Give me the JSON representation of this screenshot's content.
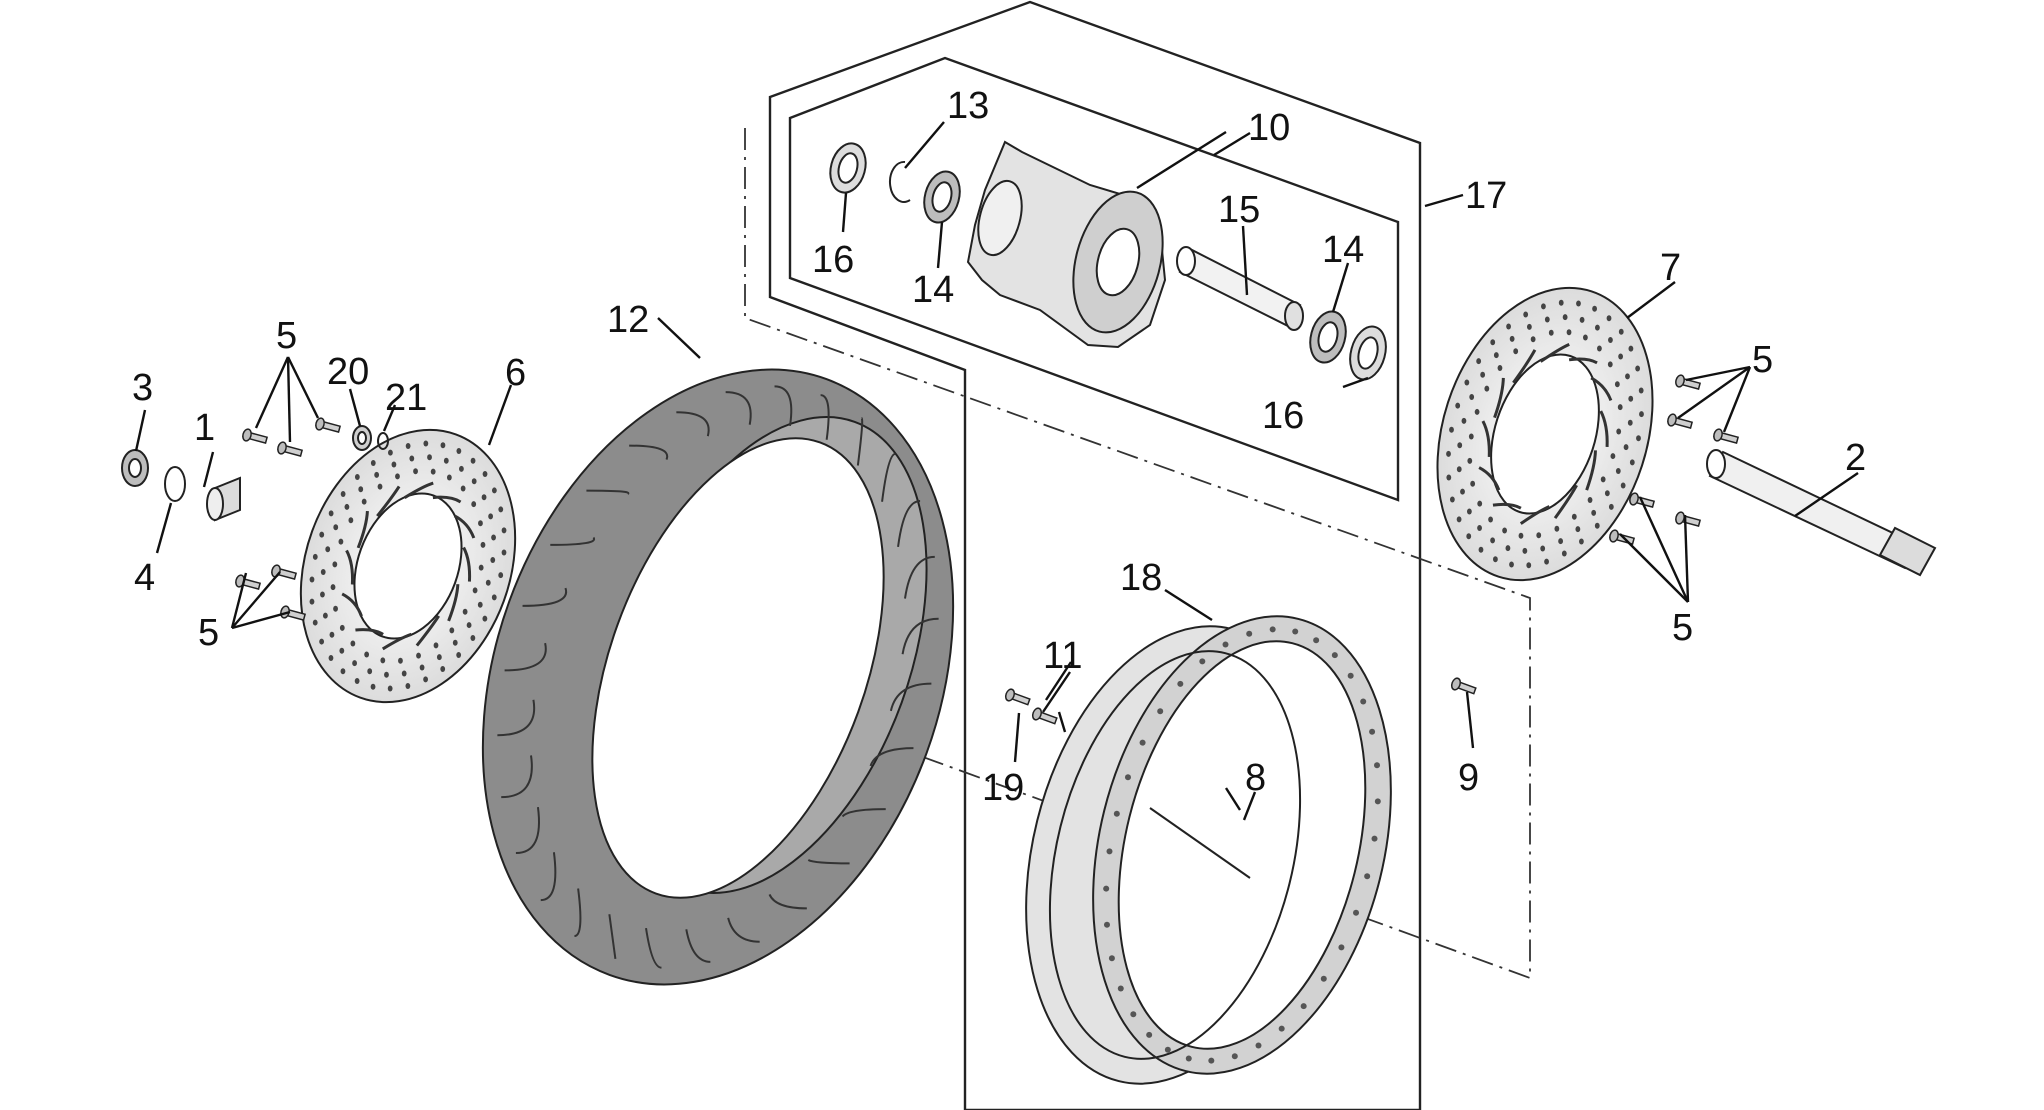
{
  "diagram": {
    "colors": {
      "tire": "#8c8c8c",
      "tire_inner": "#a9a9a9",
      "metal": "#e3e3e3",
      "metal_dark": "#bdbdbd",
      "line": "#222222"
    },
    "callouts": [
      {
        "id": "c1",
        "text": "1"
      },
      {
        "id": "c2",
        "text": "2"
      },
      {
        "id": "c3",
        "text": "3"
      },
      {
        "id": "c4",
        "text": "4"
      },
      {
        "id": "c5a",
        "text": "5"
      },
      {
        "id": "c5b",
        "text": "5"
      },
      {
        "id": "c5c",
        "text": "5"
      },
      {
        "id": "c5d",
        "text": "5"
      },
      {
        "id": "c6",
        "text": "6"
      },
      {
        "id": "c7",
        "text": "7"
      },
      {
        "id": "c8",
        "text": "8"
      },
      {
        "id": "c9",
        "text": "9"
      },
      {
        "id": "c10",
        "text": "10"
      },
      {
        "id": "c11",
        "text": "11"
      },
      {
        "id": "c12",
        "text": "12"
      },
      {
        "id": "c13",
        "text": "13"
      },
      {
        "id": "c14a",
        "text": "14"
      },
      {
        "id": "c14b",
        "text": "14"
      },
      {
        "id": "c15",
        "text": "15"
      },
      {
        "id": "c16a",
        "text": "16"
      },
      {
        "id": "c16b",
        "text": "16"
      },
      {
        "id": "c17",
        "text": "17"
      },
      {
        "id": "c18",
        "text": "18"
      },
      {
        "id": "c19",
        "text": "19"
      },
      {
        "id": "c20",
        "text": "20"
      },
      {
        "id": "c21",
        "text": "21"
      }
    ]
  }
}
